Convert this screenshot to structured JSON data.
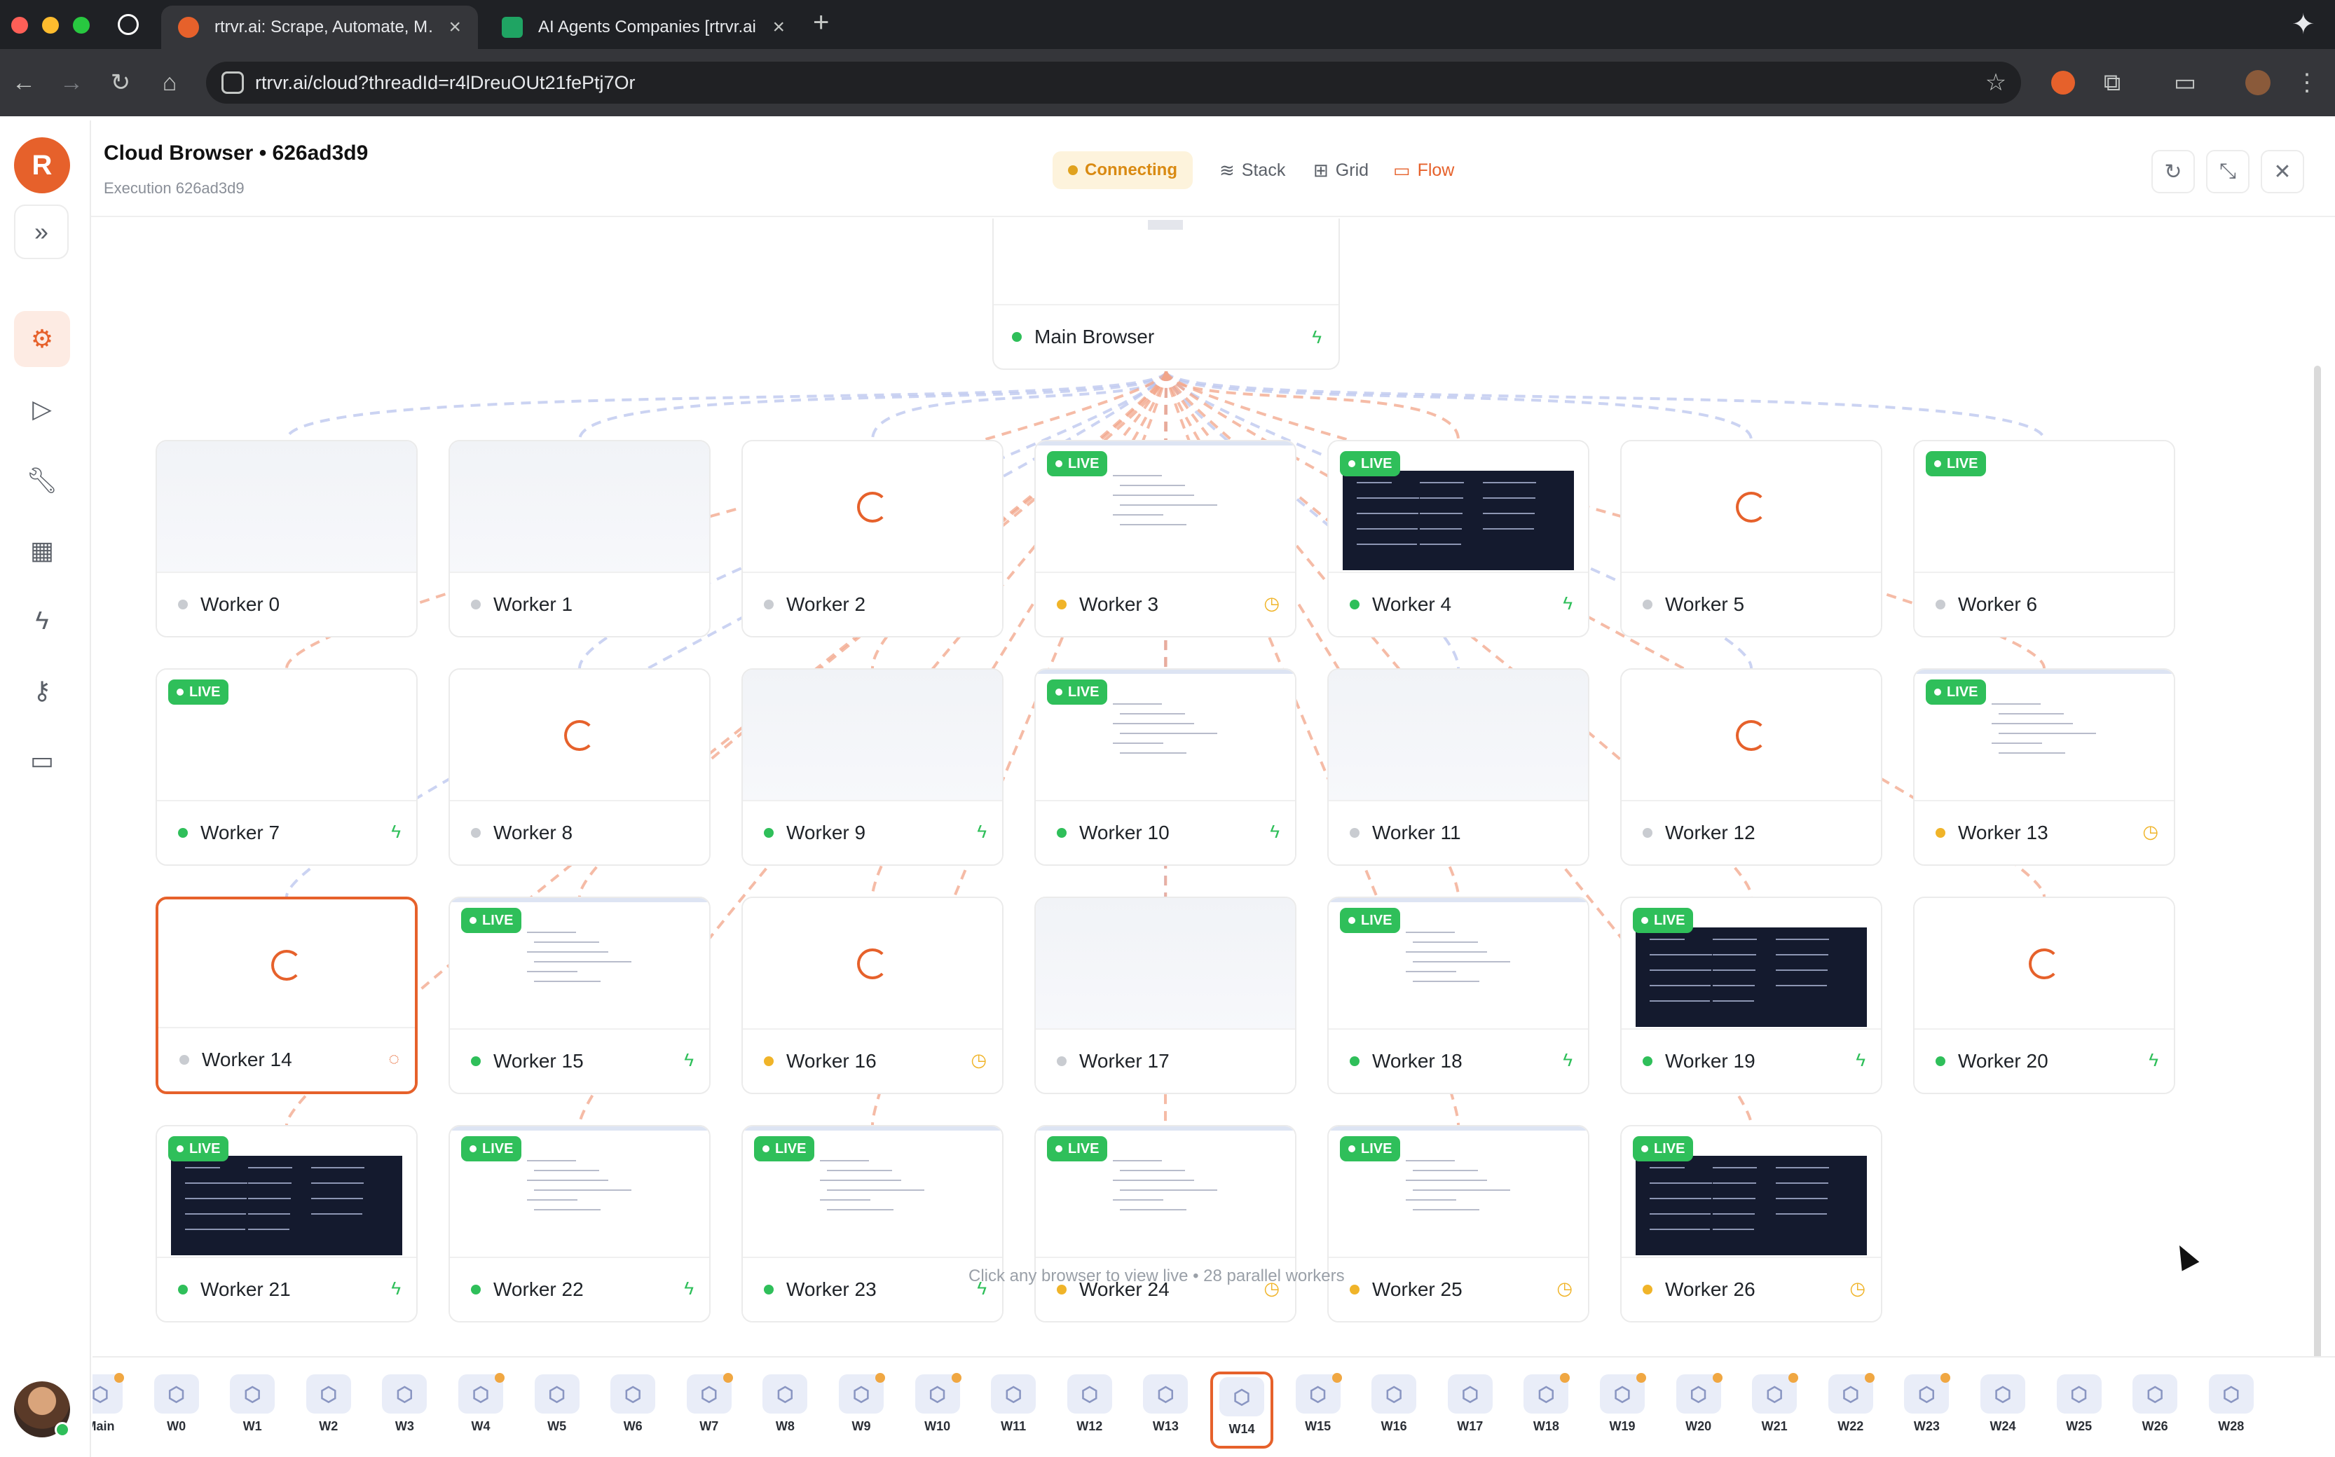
{
  "browser": {
    "tabs": [
      {
        "title": "rtrvr.ai: Scrape, Automate, M…",
        "active": true
      },
      {
        "title": "AI Agents Companies [rtrvr.ai",
        "active": false
      }
    ],
    "url": "rtrvr.ai/cloud?threadId=r4lDreuOUt21fePtj7Or"
  },
  "header": {
    "title": "Cloud Browser • 626ad3d9",
    "subtitle": "Execution 626ad3d9",
    "status": "Connecting",
    "views": [
      {
        "label": "Stack",
        "icon": "stack-icon"
      },
      {
        "label": "Grid",
        "icon": "grid-icon"
      },
      {
        "label": "Flow",
        "icon": "monitor-icon",
        "active": true
      }
    ]
  },
  "main_browser": {
    "label": "Main Browser",
    "status_color": "#2fbf5a"
  },
  "live_label": "LIVE",
  "hint": "Click any browser to view live • 28 parallel workers",
  "workers": [
    {
      "label": "Worker 0",
      "status": "idle",
      "preview": "blank",
      "live": false,
      "action": "none"
    },
    {
      "label": "Worker 1",
      "status": "idle",
      "preview": "blank",
      "live": false,
      "action": "none"
    },
    {
      "label": "Worker 2",
      "status": "idle",
      "preview": "spinner",
      "live": false,
      "action": "none"
    },
    {
      "label": "Worker 3",
      "status": "waiting",
      "preview": "doc",
      "live": true,
      "action": "clock"
    },
    {
      "label": "Worker 4",
      "status": "active",
      "preview": "term",
      "live": true,
      "action": "bolt"
    },
    {
      "label": "Worker 5",
      "status": "idle",
      "preview": "spinner",
      "live": false,
      "action": "none"
    },
    {
      "label": "Worker 6",
      "status": "idle",
      "preview": "white",
      "live": true,
      "action": "none"
    },
    {
      "label": "Worker 7",
      "status": "active",
      "preview": "white",
      "live": true,
      "action": "bolt"
    },
    {
      "label": "Worker 8",
      "status": "idle",
      "preview": "spinner",
      "live": false,
      "action": "none"
    },
    {
      "label": "Worker 9",
      "status": "active",
      "preview": "blank",
      "live": false,
      "action": "bolt"
    },
    {
      "label": "Worker 10",
      "status": "active",
      "preview": "doc",
      "live": true,
      "action": "bolt"
    },
    {
      "label": "Worker 11",
      "status": "idle",
      "preview": "blank",
      "live": false,
      "action": "none"
    },
    {
      "label": "Worker 12",
      "status": "idle",
      "preview": "spinner",
      "live": false,
      "action": "none"
    },
    {
      "label": "Worker 13",
      "status": "waiting",
      "preview": "doc",
      "live": true,
      "action": "clock"
    },
    {
      "label": "Worker 14",
      "status": "idle",
      "preview": "spinner",
      "live": false,
      "action": "loading",
      "selected": true
    },
    {
      "label": "Worker 15",
      "status": "active",
      "preview": "doc",
      "live": true,
      "action": "bolt"
    },
    {
      "label": "Worker 16",
      "status": "waiting",
      "preview": "spinner",
      "live": false,
      "action": "clock"
    },
    {
      "label": "Worker 17",
      "status": "idle",
      "preview": "blank",
      "live": false,
      "action": "none"
    },
    {
      "label": "Worker 18",
      "status": "active",
      "preview": "doc",
      "live": true,
      "action": "bolt"
    },
    {
      "label": "Worker 19",
      "status": "active",
      "preview": "term",
      "live": true,
      "action": "bolt"
    },
    {
      "label": "Worker 20",
      "status": "active",
      "preview": "spinner",
      "live": false,
      "action": "bolt"
    },
    {
      "label": "Worker 21",
      "status": "active",
      "preview": "term",
      "live": true,
      "action": "bolt"
    },
    {
      "label": "Worker 22",
      "status": "active",
      "preview": "doc",
      "live": true,
      "action": "bolt"
    },
    {
      "label": "Worker 23",
      "status": "active",
      "preview": "doc",
      "live": true,
      "action": "bolt"
    },
    {
      "label": "Worker 24",
      "status": "waiting",
      "preview": "doc",
      "live": true,
      "action": "clock"
    },
    {
      "label": "Worker 25",
      "status": "waiting",
      "preview": "doc",
      "live": true,
      "action": "clock"
    },
    {
      "label": "Worker 26",
      "status": "waiting",
      "preview": "term",
      "live": true,
      "action": "clock"
    }
  ],
  "status_colors": {
    "idle": "#c9ccd1",
    "active": "#2fbf5a",
    "waiting": "#f0b429"
  },
  "dock": [
    {
      "label": "Main",
      "badge": true
    },
    {
      "label": "W0"
    },
    {
      "label": "W1"
    },
    {
      "label": "W2"
    },
    {
      "label": "W3"
    },
    {
      "label": "W4",
      "badge": true
    },
    {
      "label": "W5"
    },
    {
      "label": "W6"
    },
    {
      "label": "W7",
      "badge": true
    },
    {
      "label": "W8"
    },
    {
      "label": "W9",
      "badge": true
    },
    {
      "label": "W10",
      "badge": true
    },
    {
      "label": "W11"
    },
    {
      "label": "W12"
    },
    {
      "label": "W13"
    },
    {
      "label": "W14",
      "selected": true
    },
    {
      "label": "W15",
      "badge": true
    },
    {
      "label": "W16"
    },
    {
      "label": "W17"
    },
    {
      "label": "W18",
      "badge": true
    },
    {
      "label": "W19",
      "badge": true
    },
    {
      "label": "W20",
      "badge": true
    },
    {
      "label": "W21",
      "badge": true
    },
    {
      "label": "W22",
      "badge": true
    },
    {
      "label": "W23",
      "badge": true
    },
    {
      "label": "W24"
    },
    {
      "label": "W25"
    },
    {
      "label": "W26"
    },
    {
      "label": "W28"
    }
  ]
}
